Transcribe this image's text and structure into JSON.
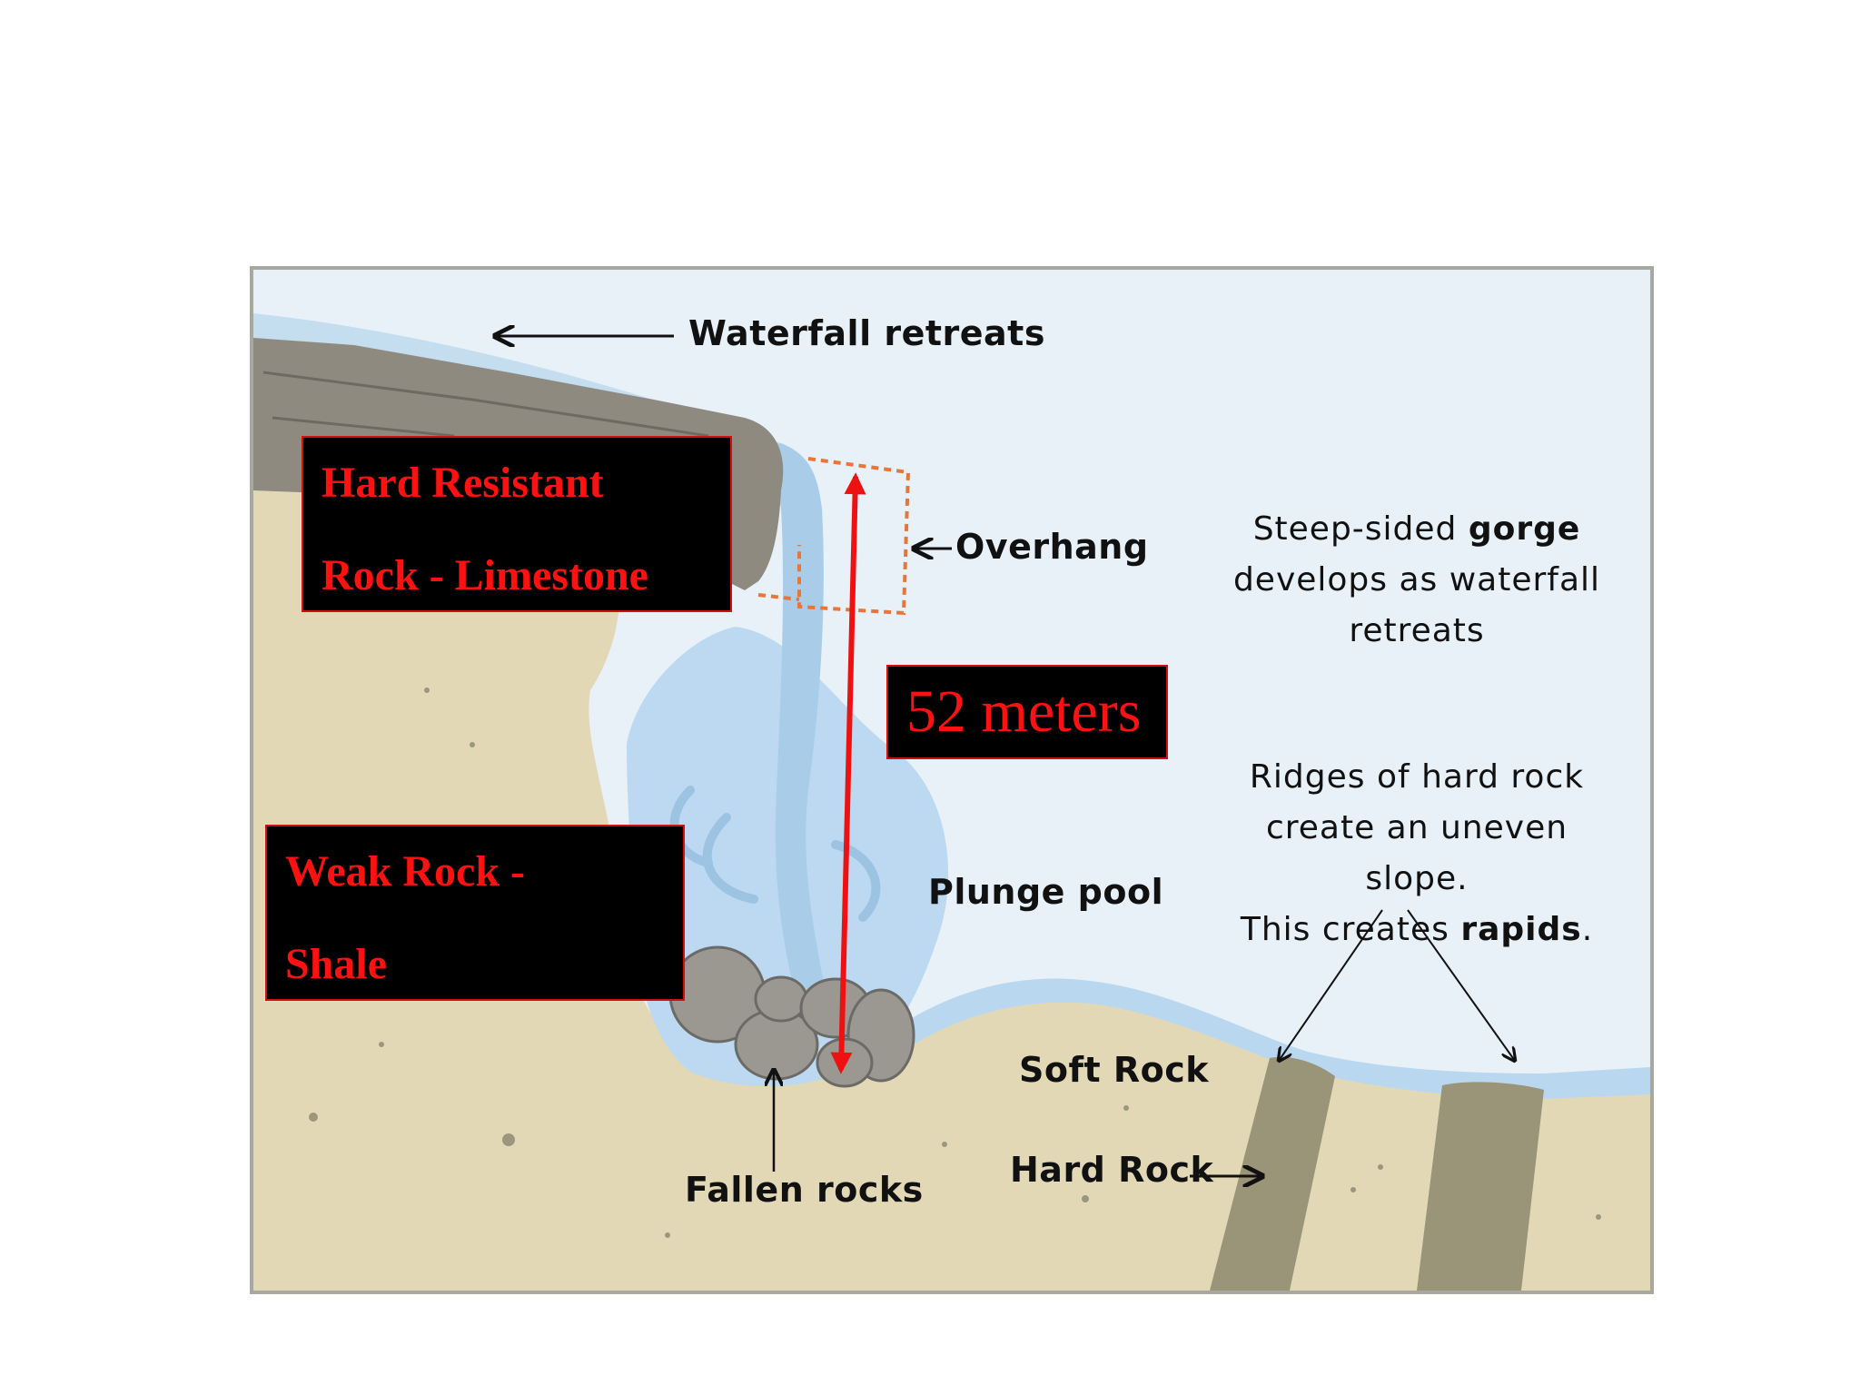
{
  "labels": {
    "waterfall_retreats": "Waterfall retreats",
    "overhang": "Overhang",
    "plunge_pool": "Plunge pool",
    "soft_rock": "Soft Rock",
    "hard_rock": "Hard Rock",
    "fallen_rocks": "Fallen rocks"
  },
  "notes": {
    "gorge": {
      "pre": "Steep-sided ",
      "bold": "gorge",
      "line2": "develops as waterfall",
      "line3": "retreats"
    },
    "rapids": {
      "line1": "Ridges of hard rock",
      "line2": "create an uneven slope.",
      "pre": "This creates ",
      "bold": "rapids",
      "post": "."
    }
  },
  "callouts": {
    "hard_rock": {
      "line1": "Hard Resistant",
      "line2": "Rock  - Limestone"
    },
    "weak_rock": {
      "line1": "Weak Rock  -",
      "line2": "Shale"
    },
    "height": "52 meters"
  },
  "colors": {
    "sky": "#e8f0f8",
    "water": "#b9d8f0",
    "sand": "#e3d8b6",
    "rock": "#9a9478",
    "cap_rock": "#8f8a80",
    "red": "#ee1111"
  }
}
